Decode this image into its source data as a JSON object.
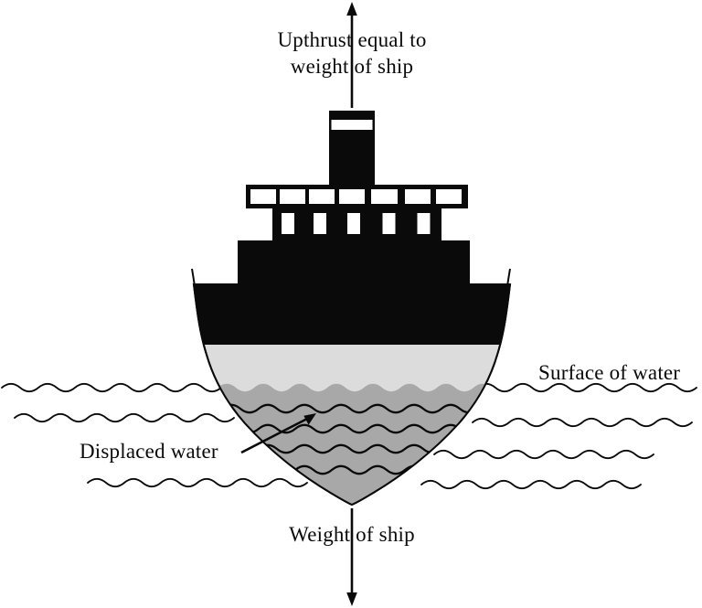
{
  "figure": {
    "labels": {
      "upthrust_line1": "Upthrust equal to",
      "upthrust_line2": "weight of ship",
      "surface_of_water": "Surface of water",
      "displaced_water": "Displaced water",
      "weight_of_ship": "Weight of ship"
    },
    "colors": {
      "ink": "#0a0a0a",
      "hull_above_water": "#dcdcdc",
      "displaced_water": "#a8a8a8",
      "background": "#ffffff"
    }
  }
}
